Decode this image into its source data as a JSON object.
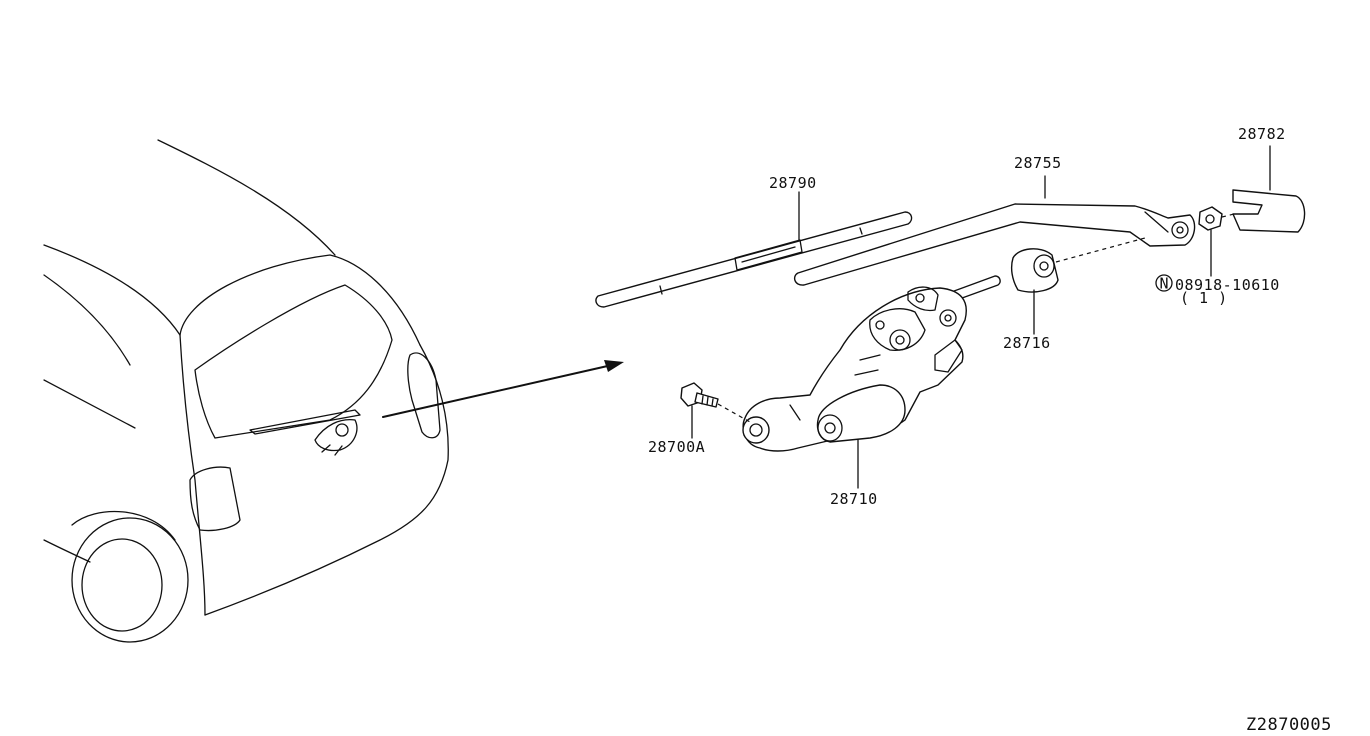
{
  "parts": {
    "blade": "28790",
    "arm": "28755",
    "cap": "28782",
    "nut": "08918-10610",
    "nut_qty": "( 1 )",
    "nut_marker": "N",
    "pivot_seal": "28716",
    "bolt": "28700A",
    "motor": "28710"
  },
  "diagram_code": "Z2870005"
}
